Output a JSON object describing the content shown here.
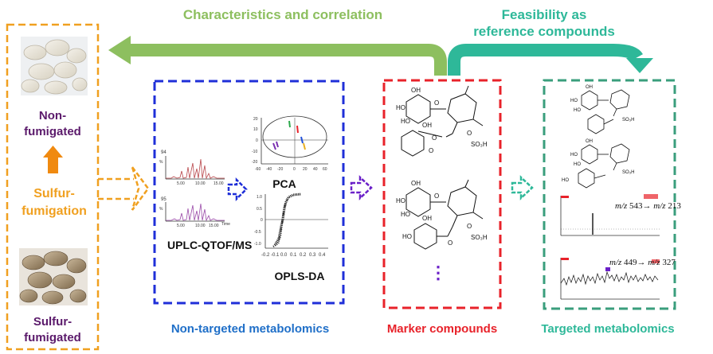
{
  "top_arrows": {
    "left_label": "Characteristics and correlation",
    "right_label_line1": "Feasibility as",
    "right_label_line2": "reference compounds"
  },
  "samples": {
    "non_fumigated_line1": "Non-",
    "non_fumigated_line2": "fumigated",
    "process_line1": "Sulfur-",
    "process_line2": "fumigation",
    "sulfur_fumigated_line1": "Sulfur-",
    "sulfur_fumigated_line2": "fumigated"
  },
  "metabolomics_panel": {
    "uplc_label": "UPLC-QTOF/MS",
    "pca_label": "PCA",
    "oplsda_label": "OPLS-DA",
    "caption": "Non-targeted metabolomics",
    "chrom_y_label": "%",
    "chrom_x_label": "Time",
    "chrom_ticks": [
      "5.00",
      "10.00",
      "15.00"
    ],
    "chrom_top_num": "94",
    "chrom_bottom_num": "95",
    "pca_x_ticks": [
      "-60",
      "-40",
      "-20",
      "0",
      "20",
      "40",
      "60"
    ],
    "pca_y_ticks": [
      "20",
      "10",
      "0",
      "-10",
      "-20"
    ],
    "opls_y_ticks": [
      "1.0",
      "0.5",
      "0",
      "-0.5",
      "-1.0"
    ],
    "opls_x_ticks": [
      "-0.2",
      "-0.1",
      "0.0",
      "0.1",
      "0.2",
      "0.3",
      "0.4"
    ]
  },
  "marker_panel": {
    "caption": "Marker compounds",
    "more": "⋮"
  },
  "targeted_panel": {
    "caption": "Targeted metabolomics",
    "transition1_prefix": "m/z",
    "transition1_value": "543→",
    "transition1_suffix_prefix": "m/z",
    "transition1_suffix": "213",
    "transition2_prefix": "m/z",
    "transition2_value": "449→",
    "transition2_suffix_prefix": "m/z",
    "transition2_suffix": "327"
  },
  "colors": {
    "green_arrow": "#8DBF5F",
    "teal_arrow": "#2EB899",
    "orange": "#F0A020",
    "blue": "#1F2FD8",
    "red": "#E8222A",
    "teal_box": "#3A9E7C",
    "purple": "#5B1A6B",
    "violet_arrow": "#6A1FC8",
    "caption_blue": "#1F6FC8"
  }
}
